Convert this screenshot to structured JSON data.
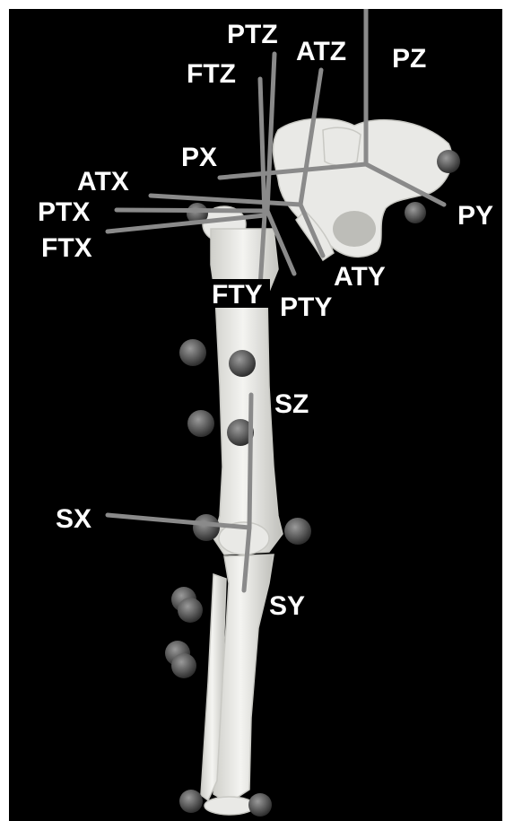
{
  "axis_labels": {
    "ptz": "PTZ",
    "atz": "ATZ",
    "pz": "PZ",
    "ftz": "FTZ",
    "px": "PX",
    "atx": "ATX",
    "ptx": "PTX",
    "ftx": "FTX",
    "py": "PY",
    "aty": "ATY",
    "fty": "FTY",
    "pty": "PTY",
    "sz": "SZ",
    "sx": "SX",
    "sy": "SY"
  },
  "colors": {
    "background": "#000000",
    "axis_line": "#8a8a8a",
    "bone": "#e9e9e6",
    "label": "#ffffff",
    "marker": "#555555"
  }
}
